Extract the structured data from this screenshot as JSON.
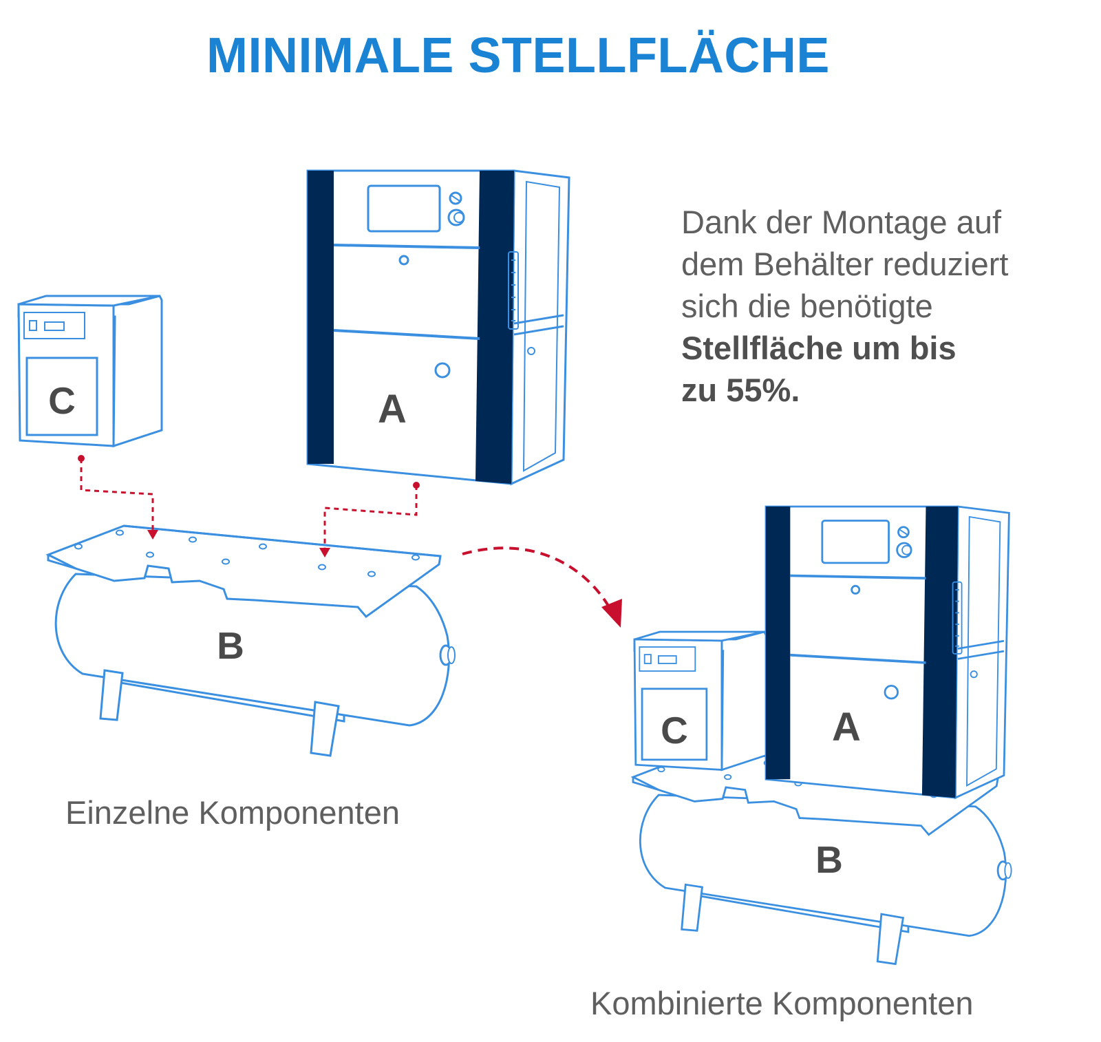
{
  "title": "MINIMALE STELLFLÄCHE",
  "description": {
    "line1": "Dank der Montage auf",
    "line2": "dem Behälter reduziert",
    "line3": "sich die benötigte",
    "bold_line1": "Stellfläche um bis",
    "bold_line2": "zu 55%."
  },
  "labels": {
    "a": "A",
    "b": "B",
    "c": "C"
  },
  "captions": {
    "left": "Einzelne Komponenten",
    "right": "Kombinierte Komponenten"
  },
  "colors": {
    "title_blue": "#1b83d4",
    "outline_blue": "#3a8fe0",
    "navy": "#002855",
    "arrow_red": "#c8102e",
    "text_grey": "#5f5f5f"
  }
}
